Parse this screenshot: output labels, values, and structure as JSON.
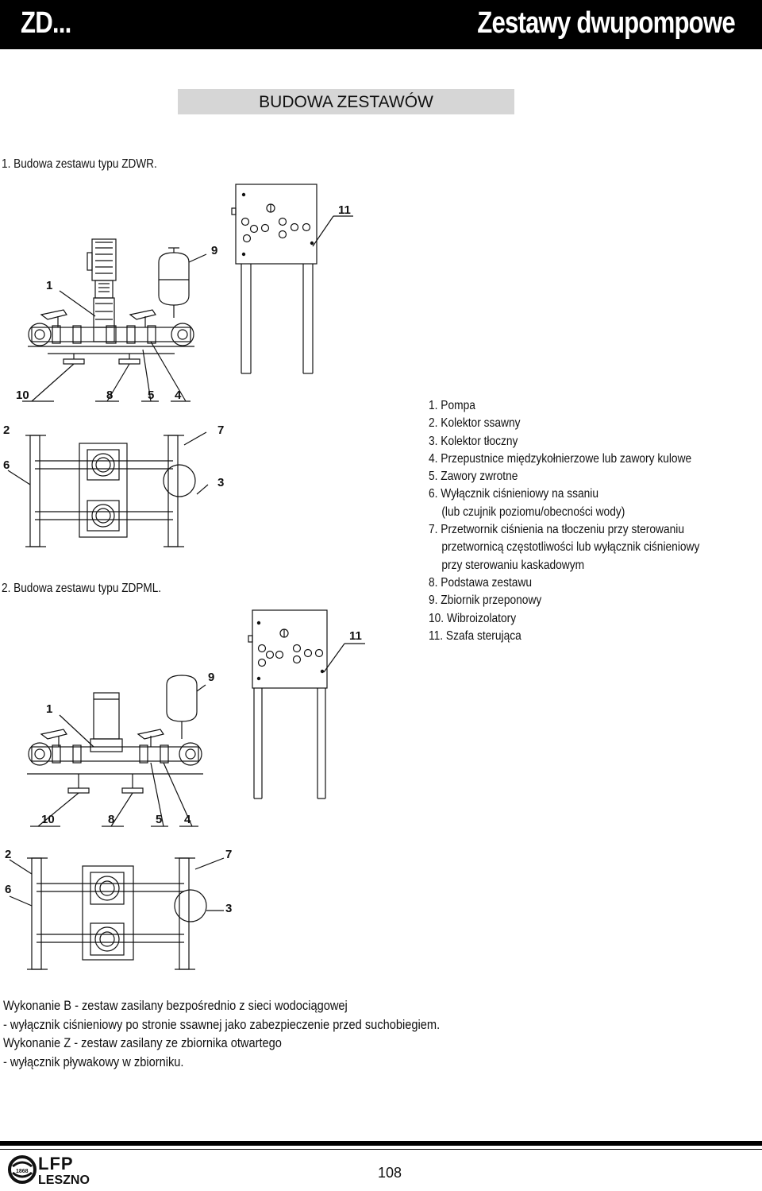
{
  "header": {
    "left": "ZD...",
    "right": "Zestawy dwupompowe"
  },
  "section_title": "BUDOWA ZESTAWÓW",
  "captions": {
    "zdwr": "1. Budowa zestawu typu ZDWR.",
    "zdpml": "2. Budowa zestawu typu ZDPML."
  },
  "diagram_labels": {
    "n1": "1",
    "n2": "2",
    "n3": "3",
    "n4": "4",
    "n5": "5",
    "n6": "6",
    "n7": "7",
    "n8": "8",
    "n9": "9",
    "n10": "10",
    "n11": "11"
  },
  "legend": [
    "1. Pompa",
    "2. Kolektor ssawny",
    "3. Kolektor tłoczny",
    "4. Przepustnice międzykołnierzowe lub zawory kulowe",
    "5. Zawory zwrotne",
    "6. Wyłącznik ciśnieniowy na ssaniu",
    "(lub czujnik poziomu/obecności wody)",
    "7. Przetwornik ciśnienia na tłoczeniu przy sterowaniu",
    "przetwornicą częstotliwości  lub wyłącznik ciśnieniowy",
    "przy sterowaniu kaskadowym",
    "8. Podstawa zestawu",
    "9. Zbiornik przeponowy",
    "10.  Wibroizolatory",
    "11.  Szafa sterująca"
  ],
  "notes": [
    "Wykonanie B - zestaw zasilany bezpośrednio z sieci wodociągowej",
    "- wyłącznik ciśnieniowy po stronie ssawnej jako zabezpieczenie przed suchobiegiem.",
    "Wykonanie Z - zestaw zasilany ze zbiornika otwartego",
    "- wyłącznik pływakowy w zbiorniku."
  ],
  "footer": {
    "page_number": "108",
    "logo_top": "LFP",
    "logo_bottom": "LESZNO",
    "logo_year": "1868"
  }
}
